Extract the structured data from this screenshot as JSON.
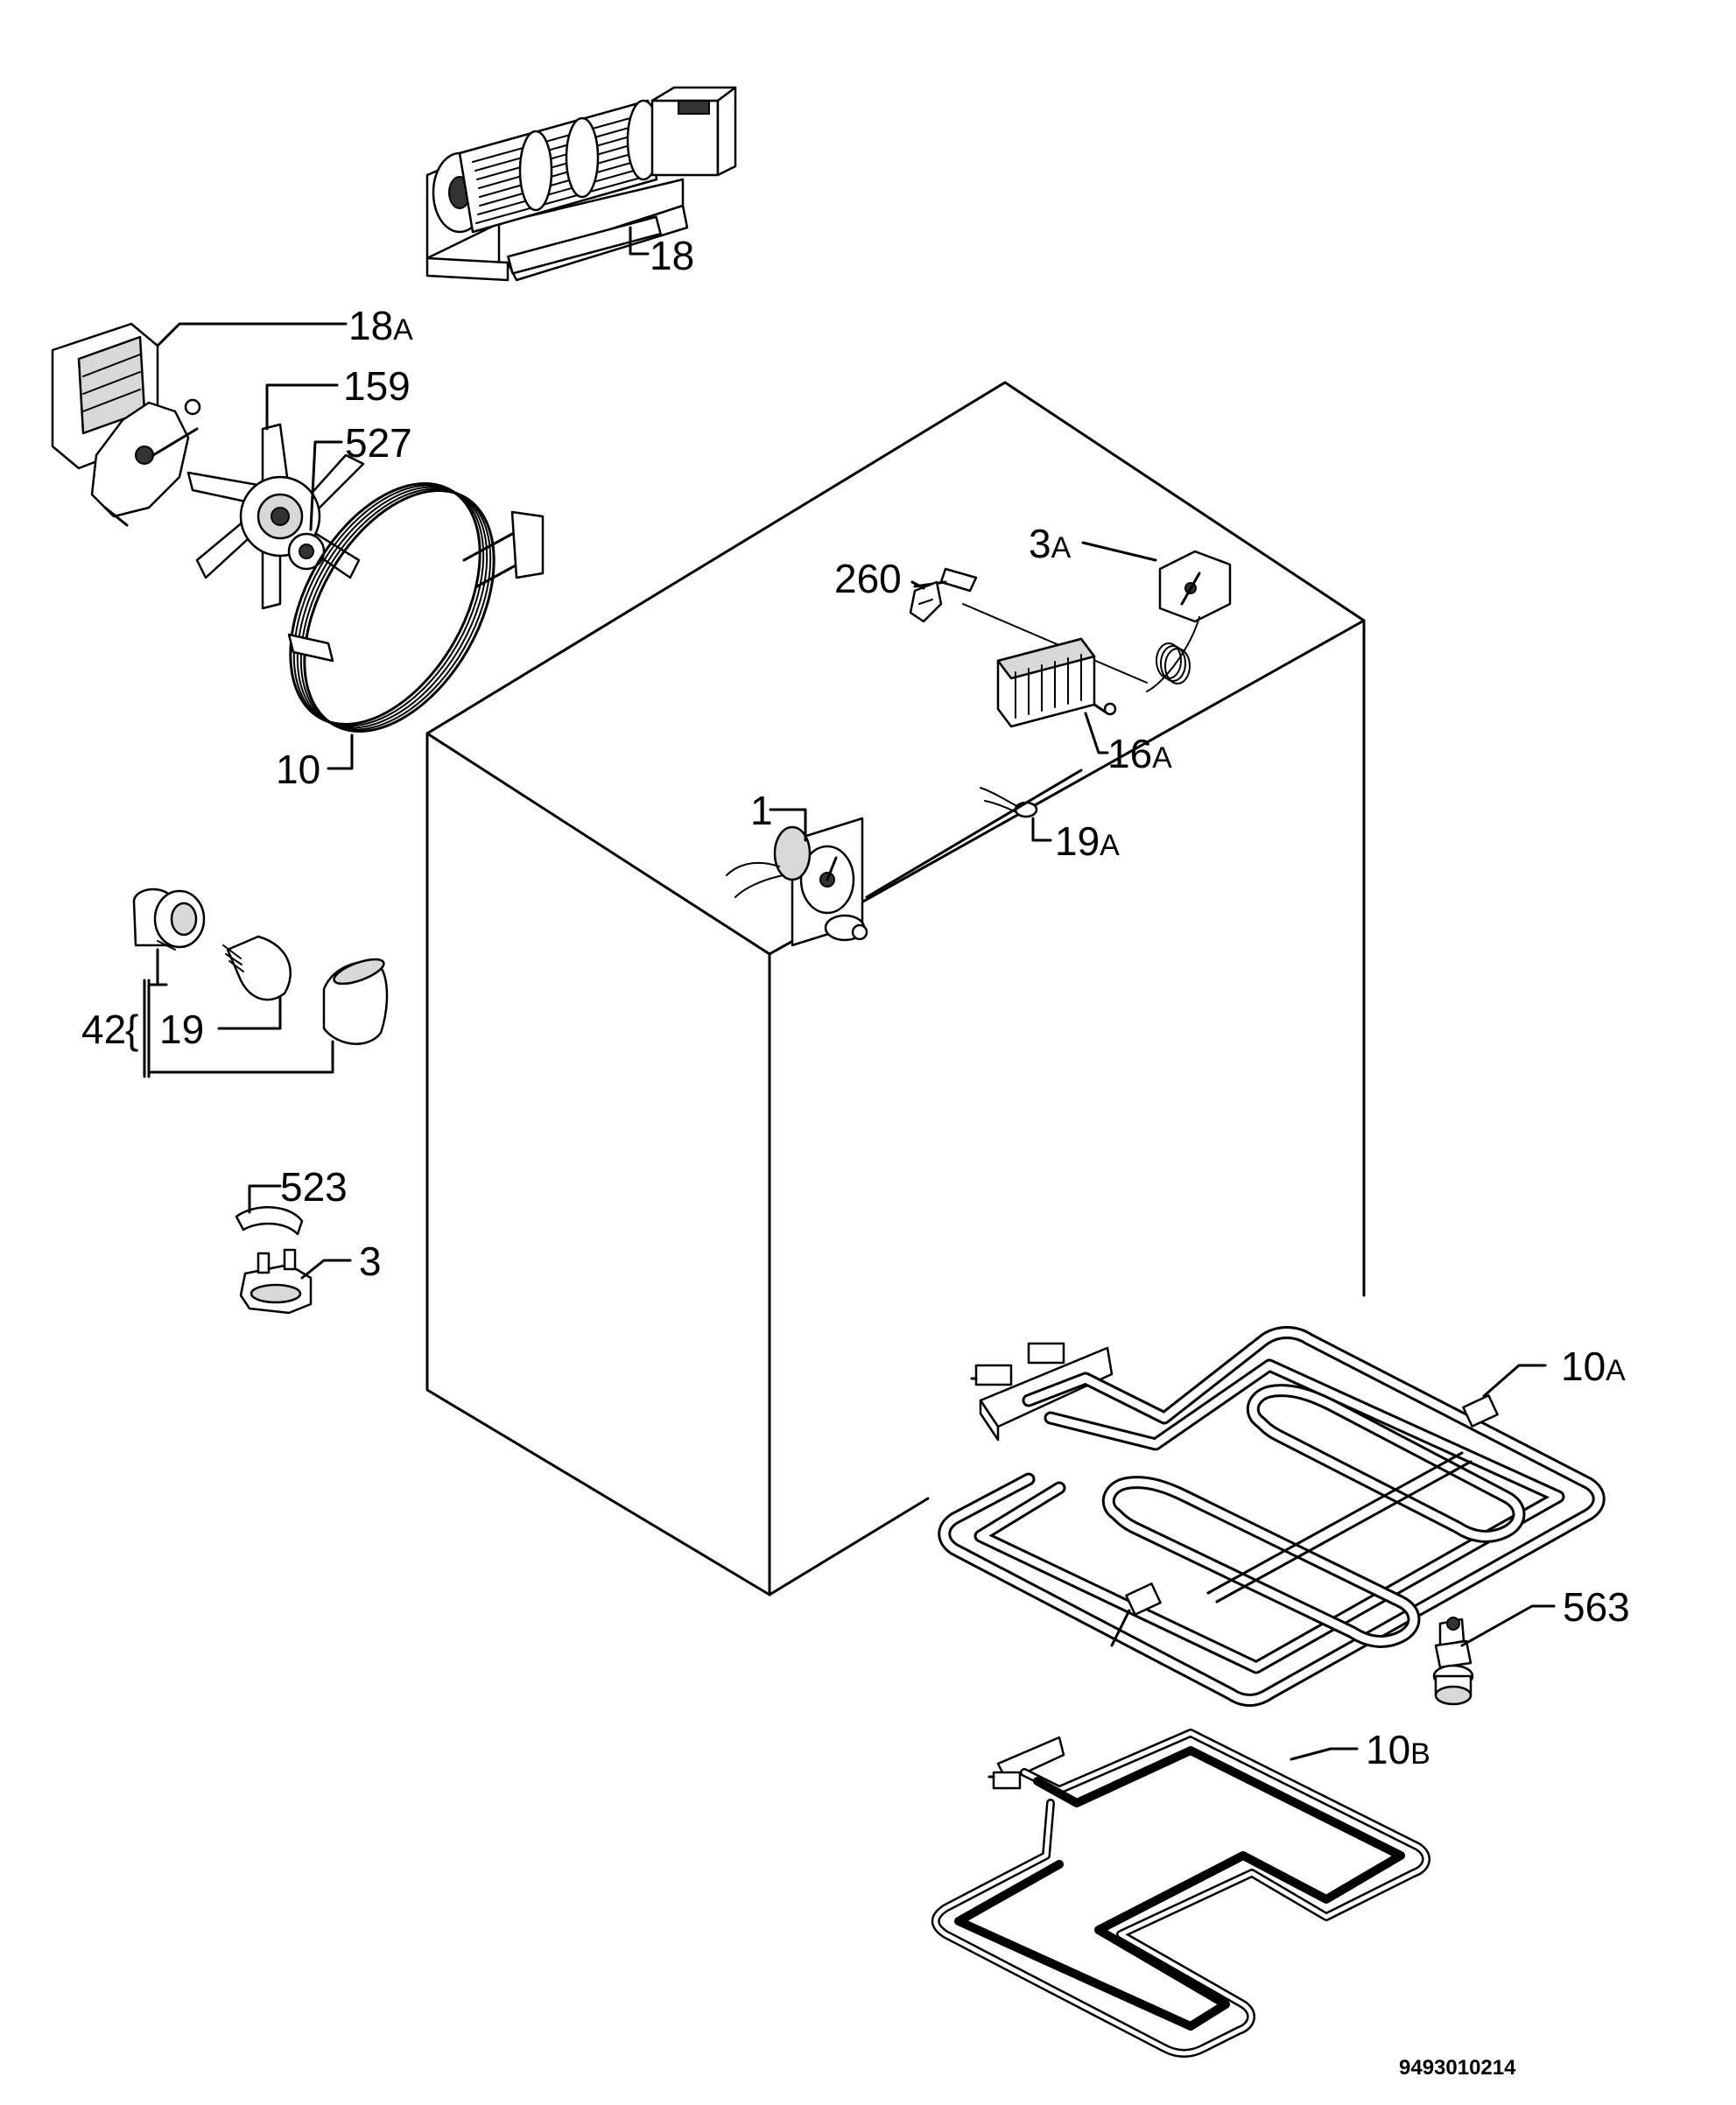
{
  "diagram": {
    "reference_number": "9493010214",
    "callouts": {
      "c18": {
        "num": "18",
        "suffix": ""
      },
      "c18a": {
        "num": "18",
        "suffix": "A"
      },
      "c159": {
        "num": "159",
        "suffix": ""
      },
      "c527": {
        "num": "527",
        "suffix": ""
      },
      "c10": {
        "num": "10",
        "suffix": ""
      },
      "c3a": {
        "num": "3",
        "suffix": "A"
      },
      "c260": {
        "num": "260",
        "suffix": ""
      },
      "c16a": {
        "num": "16",
        "suffix": "A"
      },
      "c1": {
        "num": "1",
        "suffix": ""
      },
      "c19a": {
        "num": "19",
        "suffix": "A"
      },
      "c42": {
        "num": "42",
        "suffix": ""
      },
      "c19": {
        "num": "19",
        "suffix": ""
      },
      "c523": {
        "num": "523",
        "suffix": ""
      },
      "c3": {
        "num": "3",
        "suffix": ""
      },
      "c10a": {
        "num": "10",
        "suffix": "A"
      },
      "c563": {
        "num": "563",
        "suffix": ""
      },
      "c10b": {
        "num": "10",
        "suffix": "B"
      }
    }
  }
}
